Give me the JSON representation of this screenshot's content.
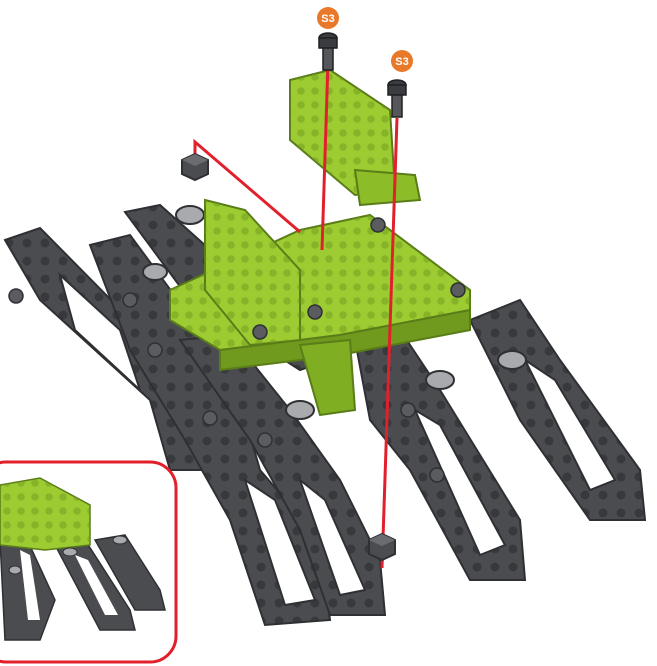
{
  "diagram": {
    "callouts": [
      {
        "id": "screw-left",
        "label": "S3"
      },
      {
        "id": "screw-right",
        "label": "S3"
      }
    ]
  },
  "colors": {
    "badge": "#e8792b",
    "guide_line": "#e2202c",
    "part_green": "#9ccc32",
    "part_green_dark": "#6f9a1e",
    "part_gray": "#4a4c50",
    "part_gray_dark": "#2e3033",
    "inset_border": "#e2202c"
  },
  "icons": {
    "screw": "hex-screw-icon",
    "nut": "hex-nut-icon"
  }
}
